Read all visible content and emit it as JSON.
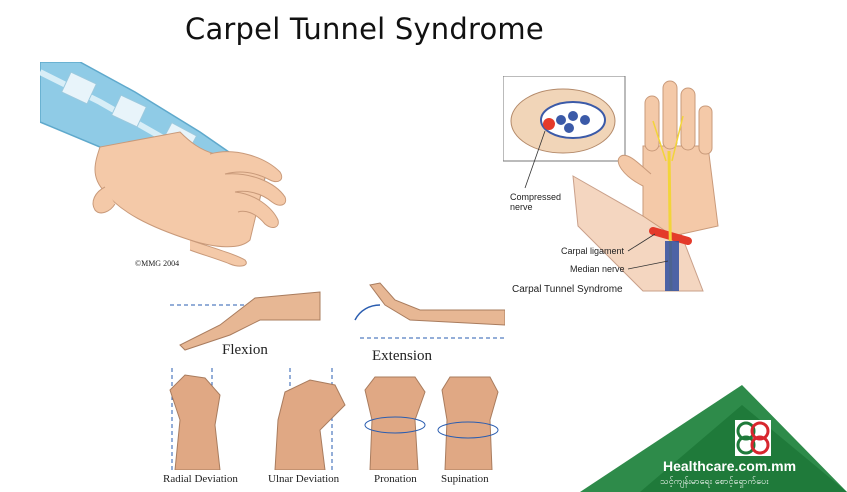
{
  "title": "Carpel Tunnel Syndrome",
  "splint_image": {
    "copyright": "©MMG 2004"
  },
  "anatomy_image": {
    "labels": {
      "compressed_nerve_line1": "Compressed",
      "compressed_nerve_line2": "nerve",
      "carpal_ligament": "Carpal ligament",
      "median_nerve": "Median nerve"
    },
    "caption": "Carpal Tunnel Syndrome"
  },
  "motions": {
    "flexion": "Flexion",
    "extension": "Extension",
    "radial_deviation": "Radial Deviation",
    "ulnar_deviation": "Ulnar Deviation",
    "pronation": "Pronation",
    "supination": "Supination"
  },
  "brand": {
    "name": "Healthcare.com.mm",
    "tagline": "သင့်ကျန်းမာရေး စောင့်ရှောက်ပေး",
    "colors": {
      "green_dark": "#1f7a3a",
      "green_light": "#3da35a",
      "red": "#d8262e"
    }
  },
  "colors": {
    "splint_blue": "#8fcbe6",
    "skin": "#f4c9a8",
    "nerve_yellow": "#f2d43a"
  }
}
